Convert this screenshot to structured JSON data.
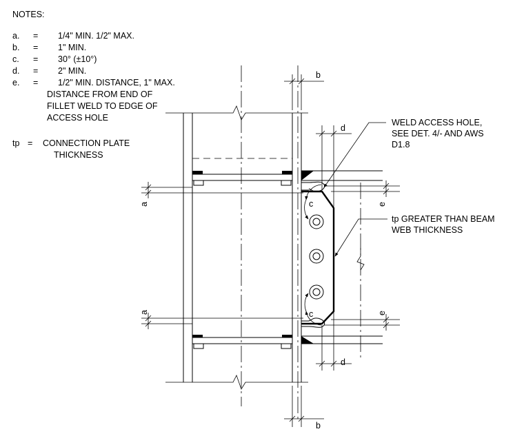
{
  "notes": {
    "title": "NOTES:",
    "items": [
      {
        "key": "a.",
        "eq": "=",
        "value": "1/4\" MIN. 1/2\" MAX."
      },
      {
        "key": "b.",
        "eq": "=",
        "value": "1\" MIN."
      },
      {
        "key": "c.",
        "eq": "=",
        "value": "30° (±10°)"
      },
      {
        "key": "d.",
        "eq": "=",
        "value": "2\" MIN."
      },
      {
        "key": "e.",
        "eq": "=",
        "value": "1/2\" MIN. DISTANCE, 1\" MAX."
      }
    ],
    "e_continuation": [
      "DISTANCE FROM END OF",
      "FILLET WELD TO EDGE OF",
      "ACCESS HOLE"
    ],
    "tp": {
      "key": "tp",
      "eq": "=",
      "value": "CONNECTION PLATE",
      "continuation": "THICKNESS"
    }
  },
  "callouts": {
    "weld_access": [
      "WELD ACCESS  HOLE,",
      "SEE DET. 4/- AND AWS",
      "D1.8"
    ],
    "tp_greater": [
      "tp GREATER THAN BEAM",
      "WEB THICKNESS"
    ]
  },
  "dims": {
    "b": "b",
    "d": "d",
    "a": "a",
    "e": "e",
    "c": "c"
  }
}
